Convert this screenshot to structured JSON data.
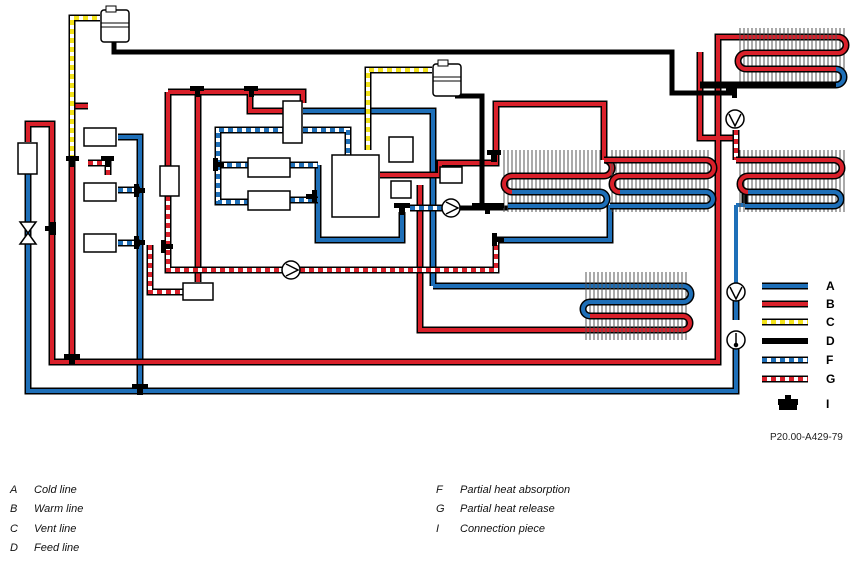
{
  "legend": {
    "items": [
      {
        "code": "A",
        "color": "#1e6fb8",
        "pattern": "solid"
      },
      {
        "code": "B",
        "color": "#d9202a",
        "pattern": "solid"
      },
      {
        "code": "C",
        "color": "#f2e21a",
        "pattern": "dashed"
      },
      {
        "code": "D",
        "color": "#000000",
        "pattern": "solid"
      },
      {
        "code": "F",
        "color": "#1e6fb8",
        "pattern": "dashed"
      },
      {
        "code": "G",
        "color": "#d9202a",
        "pattern": "dashed"
      },
      {
        "code": "I",
        "color": "#000000",
        "pattern": "tee"
      }
    ]
  },
  "reference": "P20.00-A429-79",
  "key": {
    "left": [
      {
        "code": "A",
        "text": "Cold line"
      },
      {
        "code": "B",
        "text": "Warm line"
      },
      {
        "code": "C",
        "text": "Vent line"
      },
      {
        "code": "D",
        "text": "Feed line"
      }
    ],
    "right": [
      {
        "code": "F",
        "text": "Partial heat absorption"
      },
      {
        "code": "G",
        "text": "Partial heat release"
      },
      {
        "code": "I",
        "text": "Connection piece"
      }
    ]
  }
}
